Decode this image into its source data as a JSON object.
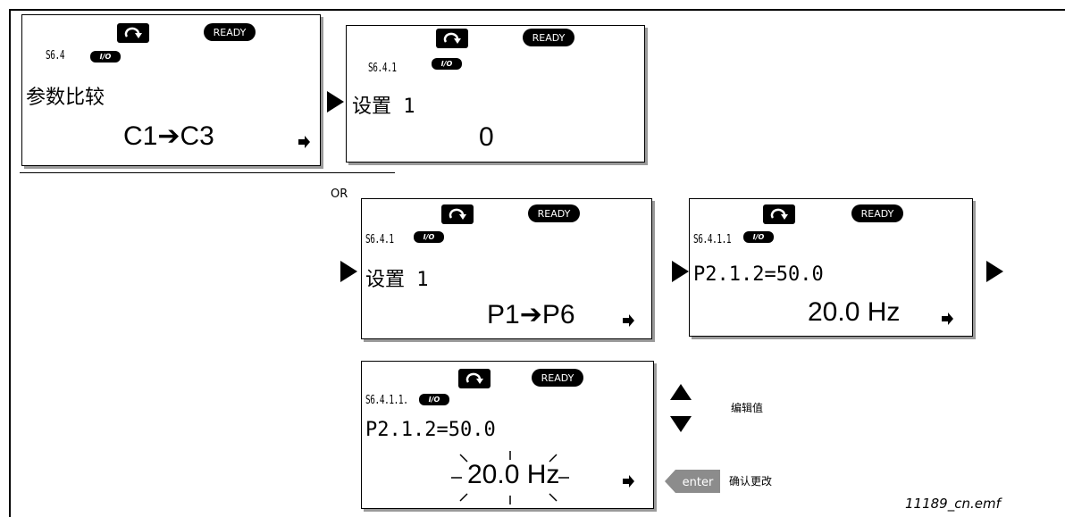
{
  "panels": [
    {
      "code": "S6.4",
      "io": "I/O term",
      "title": "参数比较",
      "value": "C1➔C3"
    },
    {
      "code": "S6.4.1",
      "io": "I/O term",
      "title": "设置 1",
      "value": "0"
    },
    {
      "code": "S6.4.1",
      "io": "I/O term",
      "title": "设置 1",
      "value": "P1➔P6"
    },
    {
      "code": "S6.4.1.1",
      "io": "I/O term",
      "title": "P2.1.2=50.0",
      "value": "20.0 Hz"
    },
    {
      "code": "S6.4.1.1.",
      "io": "I/O term",
      "title": "P2.1.2=50.0",
      "value": "20.0 Hz"
    }
  ],
  "ready_label": "READY",
  "or_label": "OR",
  "edit_value_label": "编辑值",
  "enter_label": "enter",
  "confirm_label": "确认更改",
  "filename": "11189_cn.emf",
  "icons": [
    "loop-icon",
    "ready-badge",
    "io-term-badge",
    "right-arrow-icon",
    "up-arrow-icon",
    "down-arrow-icon",
    "enter-key-icon"
  ]
}
